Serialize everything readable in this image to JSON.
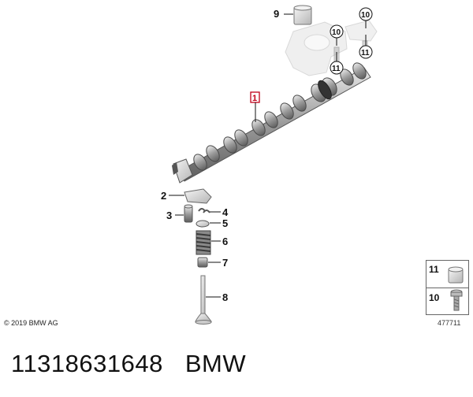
{
  "diagram": {
    "callouts": {
      "c1": "1",
      "c2": "2",
      "c3": "3",
      "c4": "4",
      "c5": "5",
      "c6": "6",
      "c7": "7",
      "c8": "8",
      "c9": "9",
      "c10a": "10",
      "c10b": "10",
      "c11a": "11",
      "c11b": "11"
    },
    "legend": {
      "top_num": "11",
      "bottom_num": "10"
    },
    "copyright": "© 2019 BMW AG",
    "reference": "477711"
  },
  "part": {
    "number": "11318631648",
    "brand": "BMW"
  }
}
